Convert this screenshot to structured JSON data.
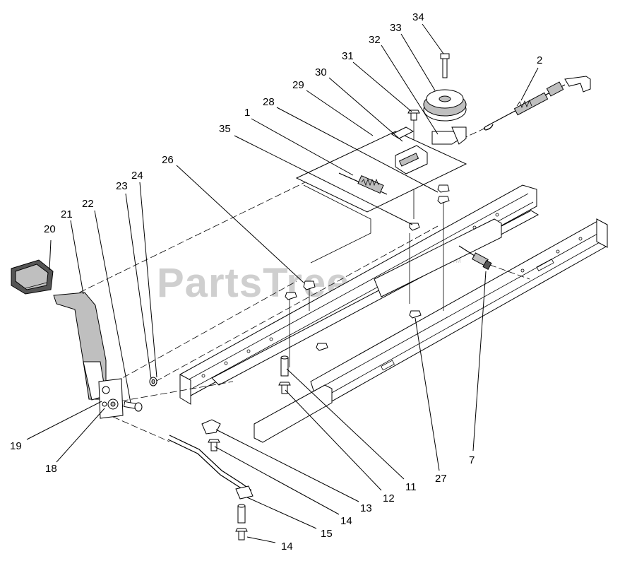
{
  "watermark": {
    "text": "PartsTree",
    "tm": "TM"
  },
  "labels": [
    {
      "id": "34",
      "text": "34"
    },
    {
      "id": "33",
      "text": "33"
    },
    {
      "id": "32",
      "text": "32"
    },
    {
      "id": "31",
      "text": "31"
    },
    {
      "id": "30",
      "text": "30"
    },
    {
      "id": "29",
      "text": "29"
    },
    {
      "id": "28",
      "text": "28"
    },
    {
      "id": "1",
      "text": "1"
    },
    {
      "id": "35",
      "text": "35"
    },
    {
      "id": "2",
      "text": "2"
    },
    {
      "id": "26",
      "text": "26"
    },
    {
      "id": "24",
      "text": "24"
    },
    {
      "id": "23",
      "text": "23"
    },
    {
      "id": "22",
      "text": "22"
    },
    {
      "id": "21",
      "text": "21"
    },
    {
      "id": "20",
      "text": "20"
    },
    {
      "id": "19",
      "text": "19"
    },
    {
      "id": "18",
      "text": "18"
    },
    {
      "id": "7",
      "text": "7"
    },
    {
      "id": "27",
      "text": "27"
    },
    {
      "id": "11",
      "text": "11"
    },
    {
      "id": "12",
      "text": "12"
    },
    {
      "id": "13",
      "text": "13"
    },
    {
      "id": "14a",
      "text": "14"
    },
    {
      "id": "15",
      "text": "15"
    },
    {
      "id": "14b",
      "text": "14"
    }
  ]
}
